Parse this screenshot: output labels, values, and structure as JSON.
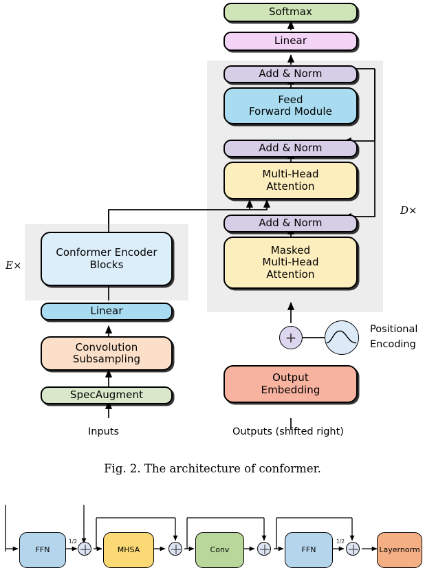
{
  "figure": {
    "caption": "Fig. 2. The architecture of conformer.",
    "encoder_repeat_label": "E×",
    "decoder_repeat_label": "D×",
    "encoder_blocks": [
      {
        "id": "softmax",
        "label": "Softmax",
        "color": "#cfe5b8"
      },
      {
        "id": "linear_out",
        "label": "Linear",
        "color": "#f3d4f7"
      },
      {
        "id": "add_norm_3",
        "label": "Add & Norm",
        "color": "#d6cee7"
      },
      {
        "id": "ffn_module",
        "label": "Feed\nForward Module",
        "color": "#a9dcf0"
      },
      {
        "id": "add_norm_2",
        "label": "Add & Norm",
        "color": "#d6cee7"
      },
      {
        "id": "mha",
        "label": "Multi-Head\nAttention",
        "color": "#fdeebd"
      },
      {
        "id": "add_norm_1",
        "label": "Add & Norm",
        "color": "#d6cee7"
      },
      {
        "id": "masked_mha",
        "label": "Masked\nMulti-Head\nAttention",
        "color": "#fdeebd"
      },
      {
        "id": "output_embedding",
        "label": "Output\nEmbedding",
        "color": "#f8b3a0"
      },
      {
        "id": "conformer_encoder",
        "label": "Conformer Encoder\nBlocks",
        "color": "#ddeefb"
      },
      {
        "id": "linear_enc",
        "label": "Linear",
        "color": "#a9dcf0"
      },
      {
        "id": "conv_subsampling",
        "label": "Convolution\nSubsampling",
        "color": "#fbdfc9"
      },
      {
        "id": "spec_augment",
        "label": "SpecAugment",
        "color": "#d9e8cb"
      }
    ],
    "texts": {
      "inputs": "Inputs",
      "outputs": "Outputs (shifted right)",
      "positional_encoding": "Positional\nEncoding",
      "positional_encoding_line1": "Positional",
      "positional_encoding_line2": "Encoding",
      "plus_sign": "+"
    },
    "block_labels": {
      "softmax": "Softmax",
      "linear_out": "Linear",
      "add_norm_3": "Add & Norm",
      "ffn_module_l1": "Feed",
      "ffn_module_l2": "Forward Module",
      "add_norm_2": "Add & Norm",
      "mha_l1": "Multi-Head",
      "mha_l2": "Attention",
      "add_norm_1": "Add & Norm",
      "masked_mha_l1": "Masked",
      "masked_mha_l2": "Multi-Head",
      "masked_mha_l3": "Attention",
      "output_embedding_l1": "Output",
      "output_embedding_l2": "Embedding",
      "conformer_encoder_l1": "Conformer Encoder",
      "conformer_encoder_l2": "Blocks",
      "linear_enc": "Linear",
      "conv_subsampling_l1": "Convolution",
      "conv_subsampling_l2": "Subsampling",
      "spec_augment": "SpecAugment"
    }
  },
  "bottom_strip": {
    "nodes": [
      {
        "id": "ffn_left",
        "label": "FFN",
        "color": "#b5d5ec"
      },
      {
        "id": "mhsa",
        "label": "MHSA",
        "color": "#fbd974"
      },
      {
        "id": "conv",
        "label": "Conv",
        "color": "#b9d79a"
      },
      {
        "id": "ffn_right",
        "label": "FFN",
        "color": "#b5d5ec"
      },
      {
        "id": "layernorm",
        "label": "Layernorm",
        "color": "#f4b084"
      }
    ],
    "half_labels": [
      "1/2",
      "1/2"
    ],
    "plus_sign": "+"
  },
  "colors": {
    "band_gray": "#ededed",
    "stroke": "#000000",
    "page_bg": "#ffffff"
  }
}
